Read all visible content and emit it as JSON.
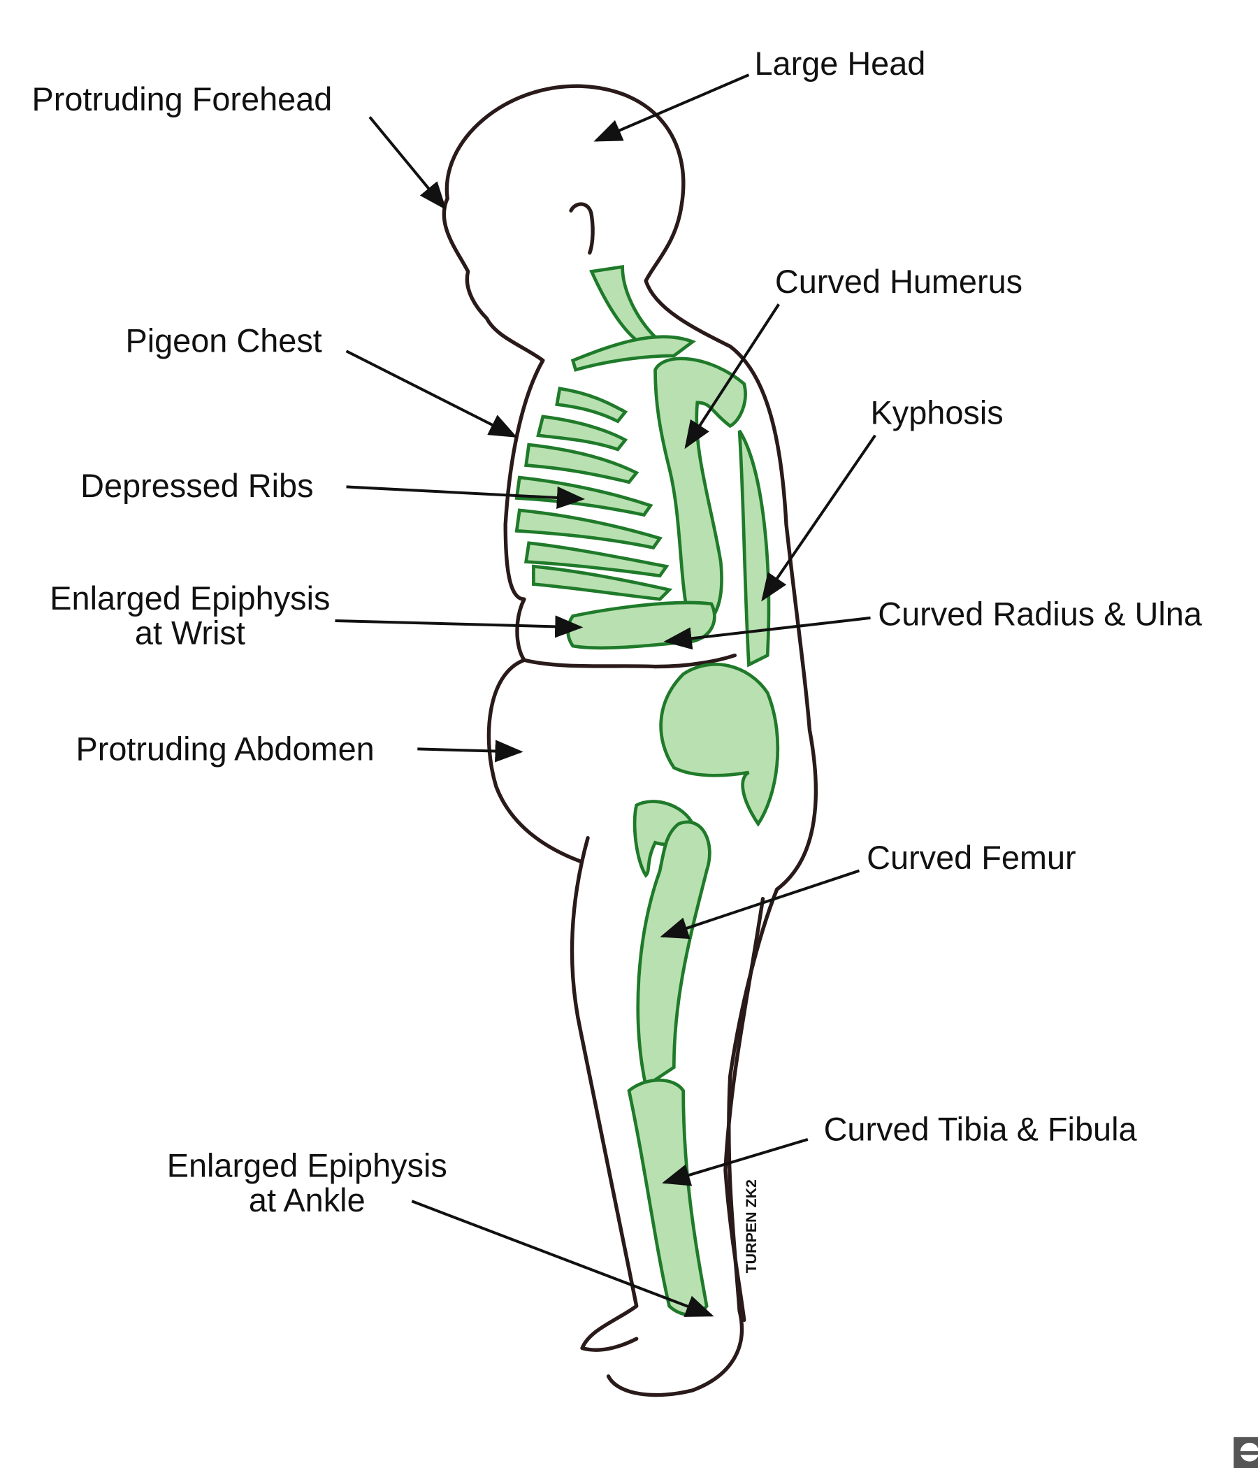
{
  "diagram": {
    "labels": {
      "large_head": "Large Head",
      "protruding_forehead": "Protruding Forehead",
      "curved_humerus": "Curved Humerus",
      "pigeon_chest": "Pigeon Chest",
      "kyphosis": "Kyphosis",
      "depressed_ribs": "Depressed Ribs",
      "enlarged_epiphysis_wrist_line1": "Enlarged Epiphysis",
      "enlarged_epiphysis_wrist_line2": "at Wrist",
      "curved_radius_ulna": "Curved Radius & Ulna",
      "protruding_abdomen": "Protruding Abdomen",
      "curved_femur": "Curved Femur",
      "curved_tibia_fibula": "Curved Tibia & Fibula",
      "enlarged_epiphysis_ankle_line1": "Enlarged Epiphysis",
      "enlarged_epiphysis_ankle_line2": "at Ankle"
    },
    "signature": "TURPEN ZK2",
    "colors": {
      "bone_fill": "#b8e0b0",
      "bone_stroke": "#1f7a2a",
      "outline": "#2a1a1a"
    }
  }
}
